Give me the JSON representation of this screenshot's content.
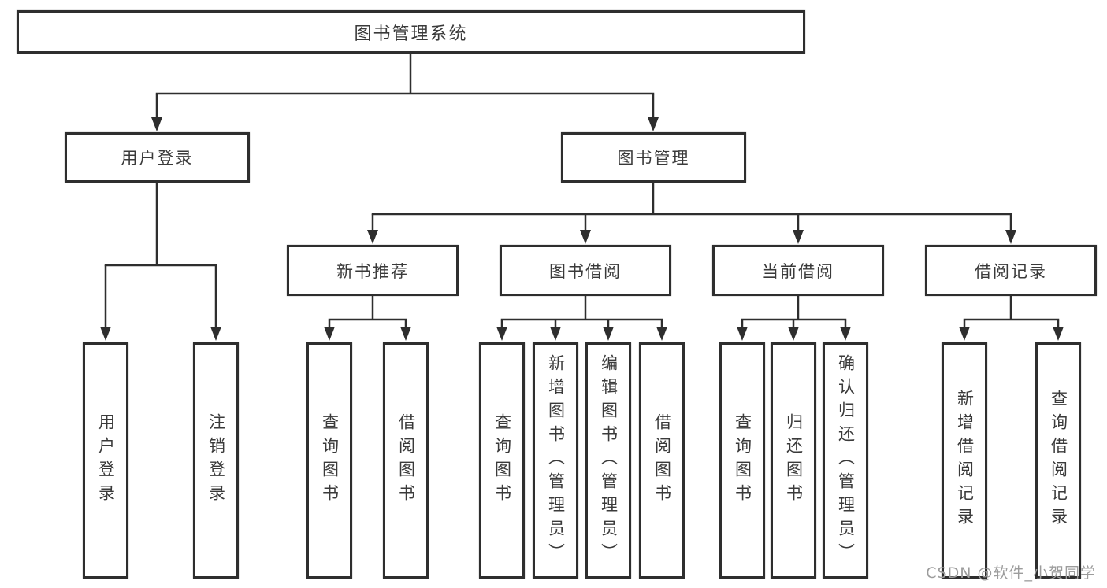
{
  "tree": {
    "label": "图书管理系统",
    "children": [
      {
        "label": "用户登录",
        "children": [
          {
            "label": "用户登录"
          },
          {
            "label": "注销登录"
          }
        ]
      },
      {
        "label": "图书管理",
        "children": [
          {
            "label": "新书推荐",
            "children": [
              {
                "label": "查询图书"
              },
              {
                "label": "借阅图书"
              }
            ]
          },
          {
            "label": "图书借阅",
            "children": [
              {
                "label": "查询图书"
              },
              {
                "label": "新增图书（管理员）"
              },
              {
                "label": "编辑图书（管理员）"
              },
              {
                "label": "借阅图书"
              }
            ]
          },
          {
            "label": "当前借阅",
            "children": [
              {
                "label": "查询图书"
              },
              {
                "label": "归还图书"
              },
              {
                "label": "确认归还（管理员）"
              }
            ]
          },
          {
            "label": "借阅记录",
            "children": [
              {
                "label": "新增借阅记录"
              },
              {
                "label": "查询借阅记录"
              }
            ]
          }
        ]
      }
    ]
  },
  "watermark": {
    "text": "CSDN @软件_小贺同学"
  },
  "colors": {
    "line": "#2e2e2e",
    "box_border": "#2e2e2e",
    "text": "#3a3a3a",
    "watermark": "#9c9c9c",
    "background": "#ffffff"
  }
}
